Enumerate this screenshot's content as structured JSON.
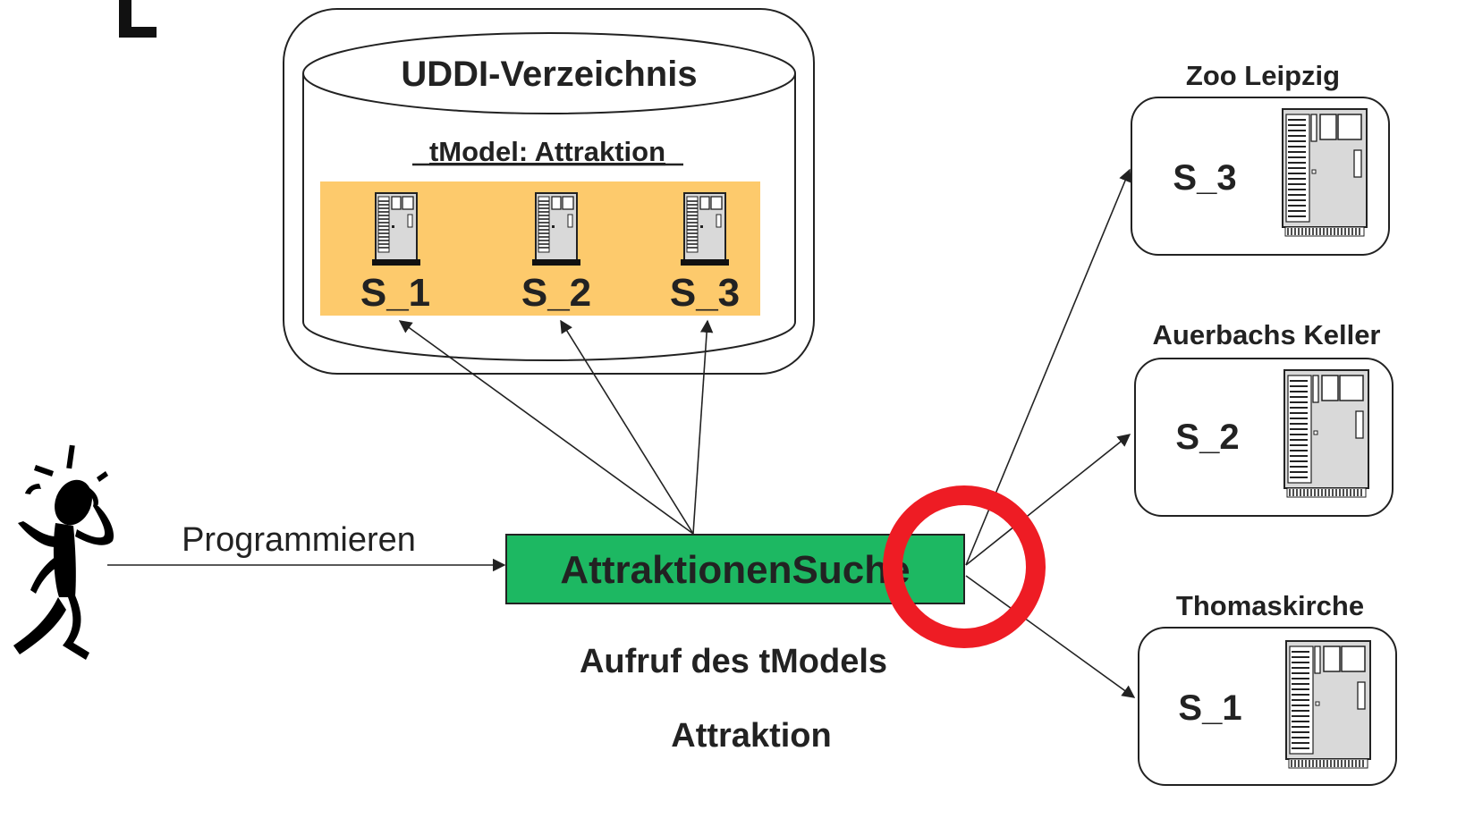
{
  "registry": {
    "title": "UDDI-Verzeichnis",
    "tmodel_label": "tModel: Attraktion",
    "services": [
      "S_1",
      "S_2",
      "S_3"
    ],
    "highlight_color": "#fdca6c"
  },
  "programmer_arrow_label": "Programmieren",
  "client": {
    "label": "AttraktionenSuche",
    "fill_color": "#1db862"
  },
  "caption": {
    "line1": "Aufruf des tModels",
    "line2": "Attraktion"
  },
  "providers": [
    {
      "name": "Zoo Leipzig",
      "service": "S_3"
    },
    {
      "name": "Auerbachs Keller",
      "service": "S_2"
    },
    {
      "name": "Thomaskirche",
      "service": "S_1"
    }
  ],
  "marker_color": "#ee1c24"
}
